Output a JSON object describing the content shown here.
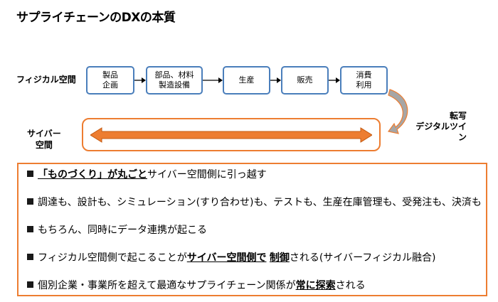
{
  "title": "サプライチェーンのDXの本質",
  "physical_label": "フィジカル空間",
  "cyber_label": "サイバー\n空間",
  "process_steps": [
    {
      "label": "製品\n企画"
    },
    {
      "label": "部品、材料\n製造設備"
    },
    {
      "label": "生産"
    },
    {
      "label": "販売"
    },
    {
      "label": "消費\n利用"
    }
  ],
  "transfer_label_line1": "転写",
  "transfer_label_line2": "デジタルツイン",
  "points": [
    {
      "segments": [
        {
          "text": "「ものづくり」が丸ごと",
          "em": true
        },
        {
          "text": "サイバー空間側に引っ越す",
          "em": false
        }
      ]
    },
    {
      "segments": [
        {
          "text": "調達も、設計も、シミュレーション(すり合わせ)も、テストも、生産在庫管理も、受発注も、決済も",
          "em": false
        }
      ]
    },
    {
      "segments": [
        {
          "text": "もちろん、同時にデータ連携が起こる",
          "em": false
        }
      ]
    },
    {
      "segments": [
        {
          "text": "フィジカル空間側で起こることが",
          "em": false
        },
        {
          "text": "サイバー空間側で",
          "em": true
        },
        {
          "text": " ",
          "em": false
        },
        {
          "text": "制御",
          "em": true
        },
        {
          "text": "される(サイバーフィジカル融合)",
          "em": false
        }
      ]
    },
    {
      "segments": [
        {
          "text": "個別企業・事業所を超えて最適なサプライチェーン関係が",
          "em": false
        },
        {
          "text": "常に探索",
          "em": true
        },
        {
          "text": "される",
          "em": false
        }
      ]
    }
  ],
  "colors": {
    "box_border": "#4a7ebb",
    "orange": "#ed7d31",
    "gray_arrow": "#a6a6a6"
  }
}
